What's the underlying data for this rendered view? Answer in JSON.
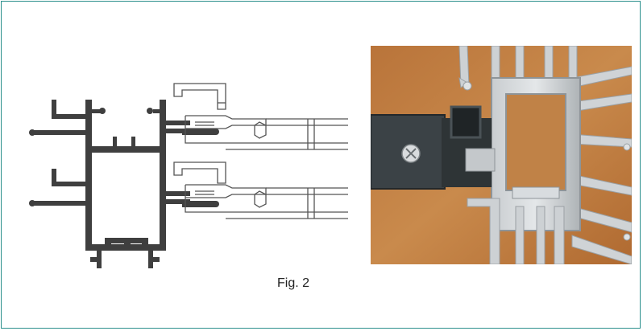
{
  "figure": {
    "caption": "Fig. 2",
    "drawing_icon": "profile-cross-section-drawing",
    "photo_icon": "aluminium-profile-photo"
  }
}
